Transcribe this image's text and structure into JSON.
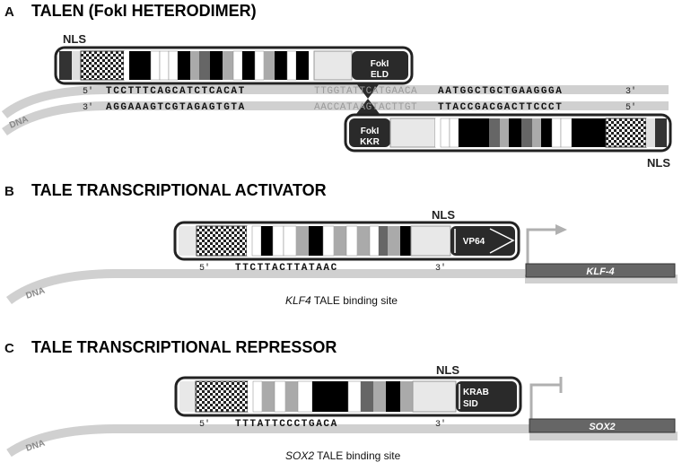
{
  "panel_a": {
    "letter": "A",
    "title": "TALEN (FokI HETERODIMER)",
    "nls_top": "NLS",
    "nls_bottom": "NLS",
    "domain_top_1": "FokI",
    "domain_top_2": "ELD",
    "domain_bottom_1": "FokI",
    "domain_bottom_2": "KKR",
    "dna_label": "DNA",
    "top_strand": {
      "p5": "5'",
      "left": "TCCTTTCAGCATCTCACAT",
      "spacer": "TTGGTATTCATGAACA",
      "right": "AATGGCTGCTGAAGGGA",
      "p3": "3'"
    },
    "bottom_strand": {
      "p3": "3'",
      "left": "AGGAAAGTCGTAGAGTGTA",
      "spacer": "AACCATAAGTACTTGT",
      "right": "TTACCGACGACTTCCCT",
      "p5": "5'"
    }
  },
  "panel_b": {
    "letter": "B",
    "title": "TALE TRANSCRIPTIONAL ACTIVATOR",
    "nls": "NLS",
    "domain": "VP64",
    "p5": "5'",
    "sequence": "TTCTTACTTATAAC",
    "p3": "3'",
    "gene": "KLF-4",
    "site_gene": "KLF4",
    "site_text": " TALE binding site",
    "dna_label": "DNA"
  },
  "panel_c": {
    "letter": "C",
    "title": "TALE TRANSCRIPTIONAL REPRESSOR",
    "nls": "NLS",
    "domain_1": "KRAB",
    "domain_2": "SID",
    "p5": "5'",
    "sequence": "TTTATTCCCTGACA",
    "p3": "3'",
    "gene": "SOX2",
    "site_gene": "SOX2",
    "site_text": " TALE binding site",
    "dna_label": "DNA"
  }
}
